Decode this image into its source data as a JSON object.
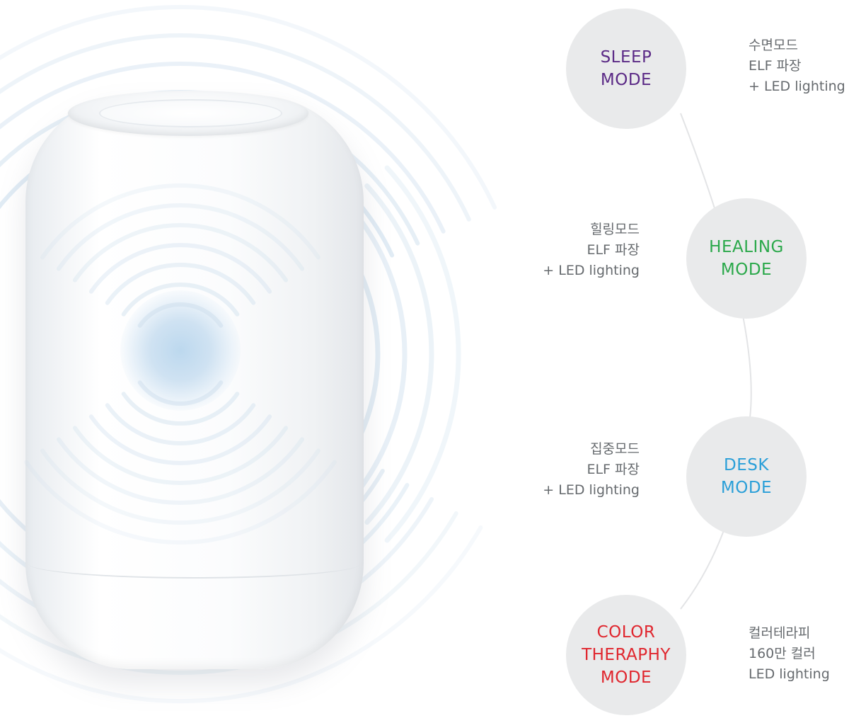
{
  "colors": {
    "sleep": "#5b2a86",
    "healing": "#2aa84a",
    "desk": "#2a9fd8",
    "color_therapy": "#e0262e",
    "circle_fill": "#e9eaeb",
    "description_text": "#666a6e",
    "wave": "#c9dcec"
  },
  "modes": [
    {
      "id": "sleep",
      "title": [
        "SLEEP",
        "MODE"
      ],
      "description": [
        "수면모드",
        "ELF 파장",
        "+ LED lighting"
      ]
    },
    {
      "id": "healing",
      "title": [
        "HEALING",
        "MODE"
      ],
      "description": [
        "힐링모드",
        "ELF 파장",
        "+ LED lighting"
      ]
    },
    {
      "id": "desk",
      "title": [
        "DESK",
        "MODE"
      ],
      "description": [
        "집중모드",
        "ELF 파장",
        "+ LED lighting"
      ]
    },
    {
      "id": "color_therapy",
      "title": [
        "COLOR",
        "THERAPHY",
        "MODE"
      ],
      "description": [
        "컬러테라피",
        "160만 컬러",
        "LED lighting"
      ]
    }
  ]
}
